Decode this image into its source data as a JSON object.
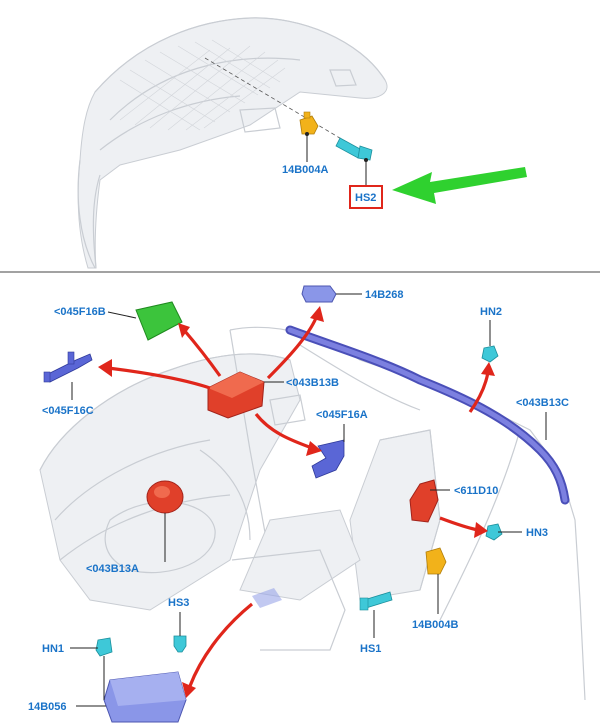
{
  "colors": {
    "label": "#1a73c8",
    "highlight_box": "#e0261b",
    "green_arrow": "#2fd12f",
    "airbag_red": "#e0402a",
    "curtain_blue": "#6b6fd8",
    "bracket_blue": "#5a66d6",
    "sensor_yellow": "#f2b21a",
    "bolt_cyan": "#3ec8d8",
    "module_blue": "#8a96e8",
    "insulator_green": "#3cc43c"
  },
  "labels": {
    "top_bracket": "14B004A",
    "top_bolt_highlight": "HS2",
    "insulator": "<045F16B",
    "connector": "14B268",
    "nut_hn2": "HN2",
    "bracket_c": "<045F16C",
    "pass_airbag": "<043B13B",
    "bracket_a": "<045F16A",
    "curtain_airbag": "<043B13C",
    "seat_airbag": "<611D10",
    "nut_hn3": "HN3",
    "driver_airbag": "<043B13A",
    "bolt_hs3": "HS3",
    "sensor_b": "14B004B",
    "bolt_hs1": "HS1",
    "nut_hn1": "HN1",
    "module": "14B056"
  }
}
